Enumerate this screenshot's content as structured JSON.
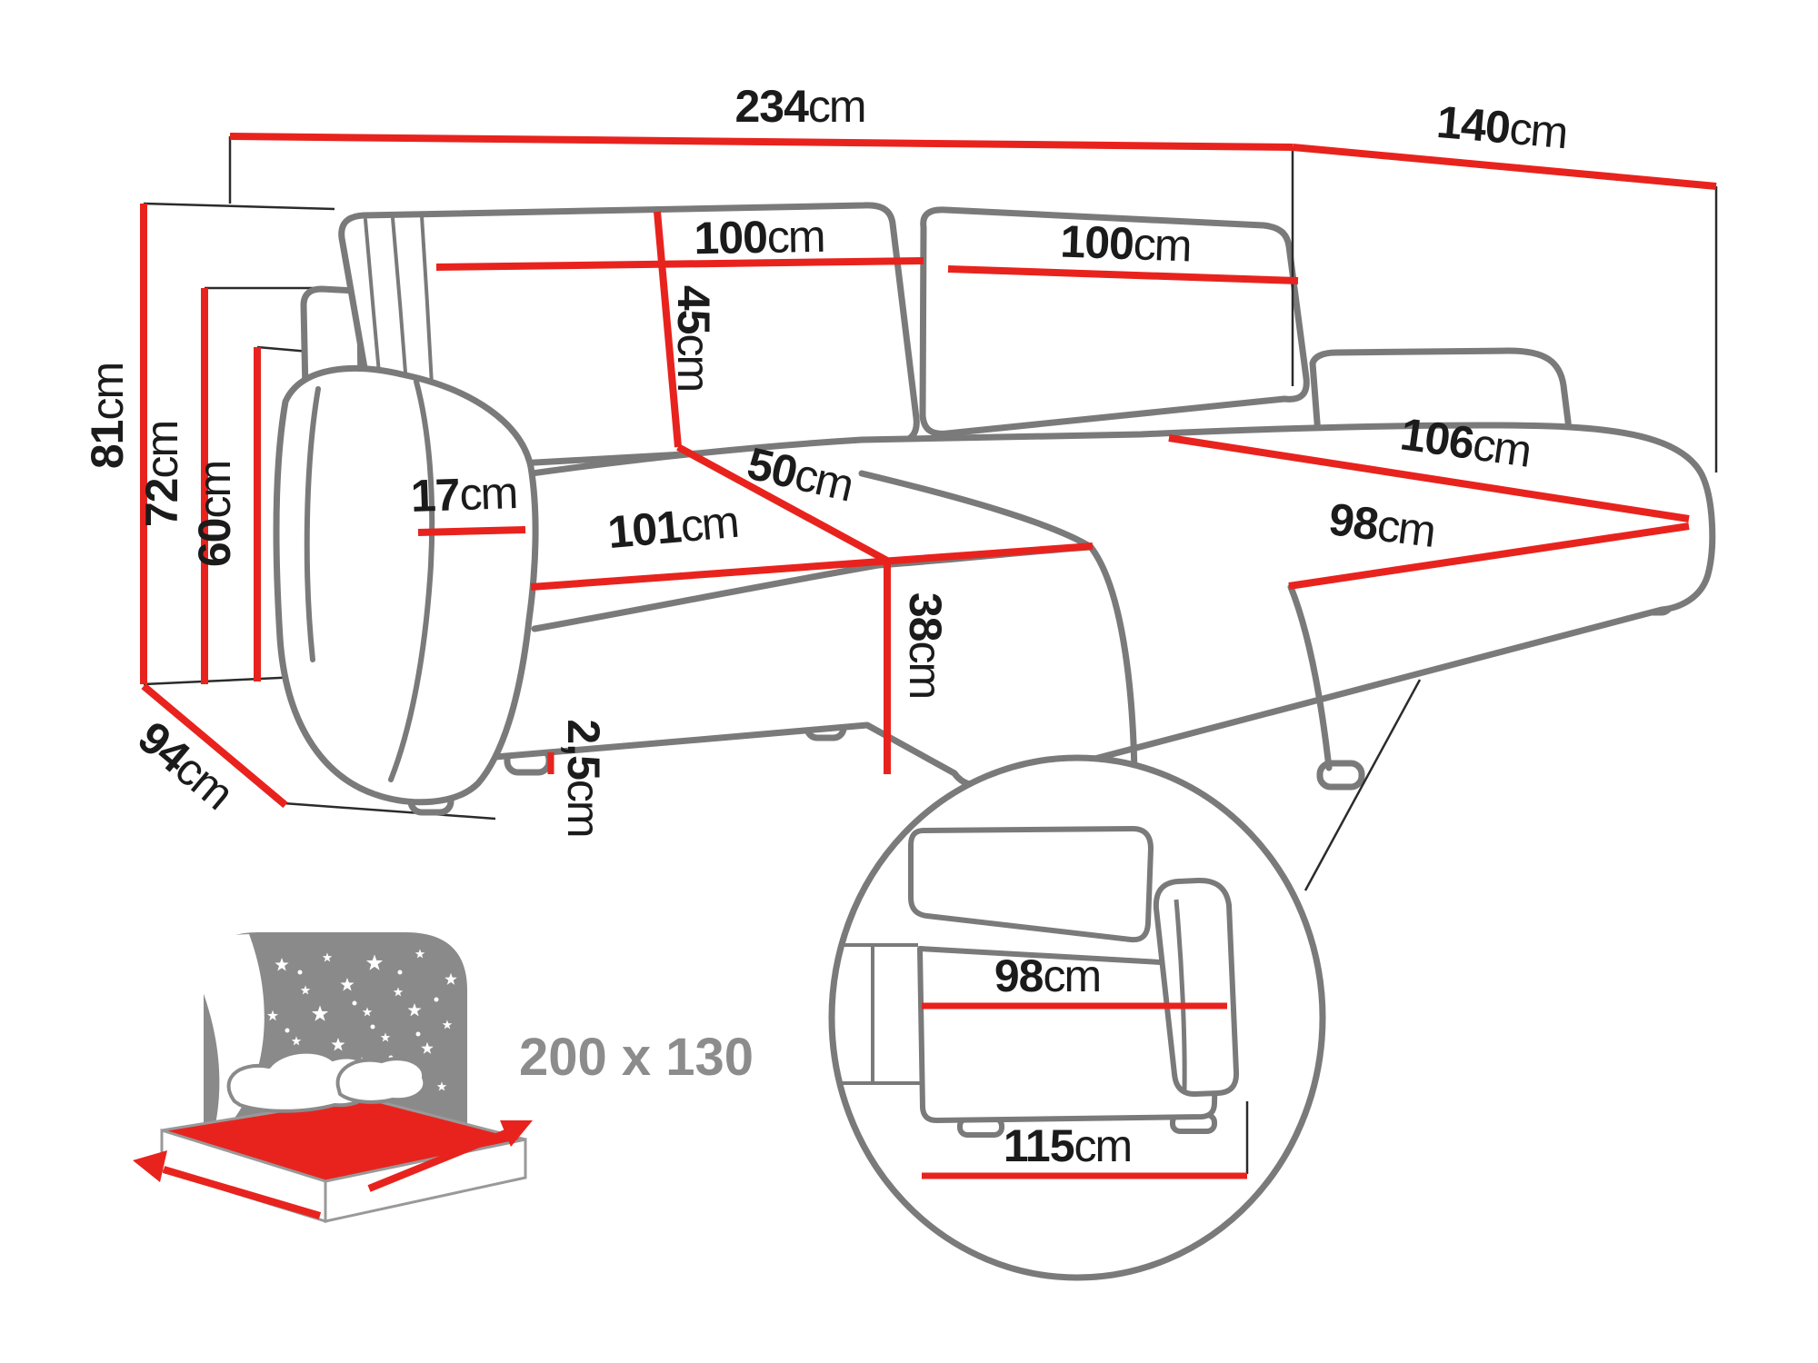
{
  "colors": {
    "accent_red": "#e8231e",
    "sofa_line_gray": "#7a7a7a",
    "text_black": "#1b1b1b",
    "muted_gray": "#8c8c8c"
  },
  "dims": {
    "total_width": {
      "value": "234",
      "unit": "cm"
    },
    "total_depth": {
      "value": "140",
      "unit": "cm"
    },
    "height_total": {
      "value": "81",
      "unit": "cm"
    },
    "height_backrest": {
      "value": "72",
      "unit": "cm"
    },
    "height_armrest": {
      "value": "60",
      "unit": "cm"
    },
    "depth_side": {
      "value": "94",
      "unit": "cm"
    },
    "back_cushion_left": {
      "value": "100",
      "unit": "cm"
    },
    "back_cushion_right": {
      "value": "100",
      "unit": "cm"
    },
    "back_cushion_height": {
      "value": "45",
      "unit": "cm"
    },
    "seat_depth": {
      "value": "50",
      "unit": "cm"
    },
    "seat_width": {
      "value": "101",
      "unit": "cm"
    },
    "armrest_width": {
      "value": "17",
      "unit": "cm"
    },
    "seat_height": {
      "value": "38",
      "unit": "cm"
    },
    "foot_clearance": {
      "value": "2,5",
      "unit": "cm"
    },
    "chaise_length": {
      "value": "106",
      "unit": "cm"
    },
    "chaise_width": {
      "value": "98",
      "unit": "cm"
    }
  },
  "inset": {
    "module_width": {
      "value": "98",
      "unit": "cm"
    },
    "module_base_length": {
      "value": "115",
      "unit": "cm"
    }
  },
  "sleeping_area": {
    "label": "200 x 130"
  }
}
